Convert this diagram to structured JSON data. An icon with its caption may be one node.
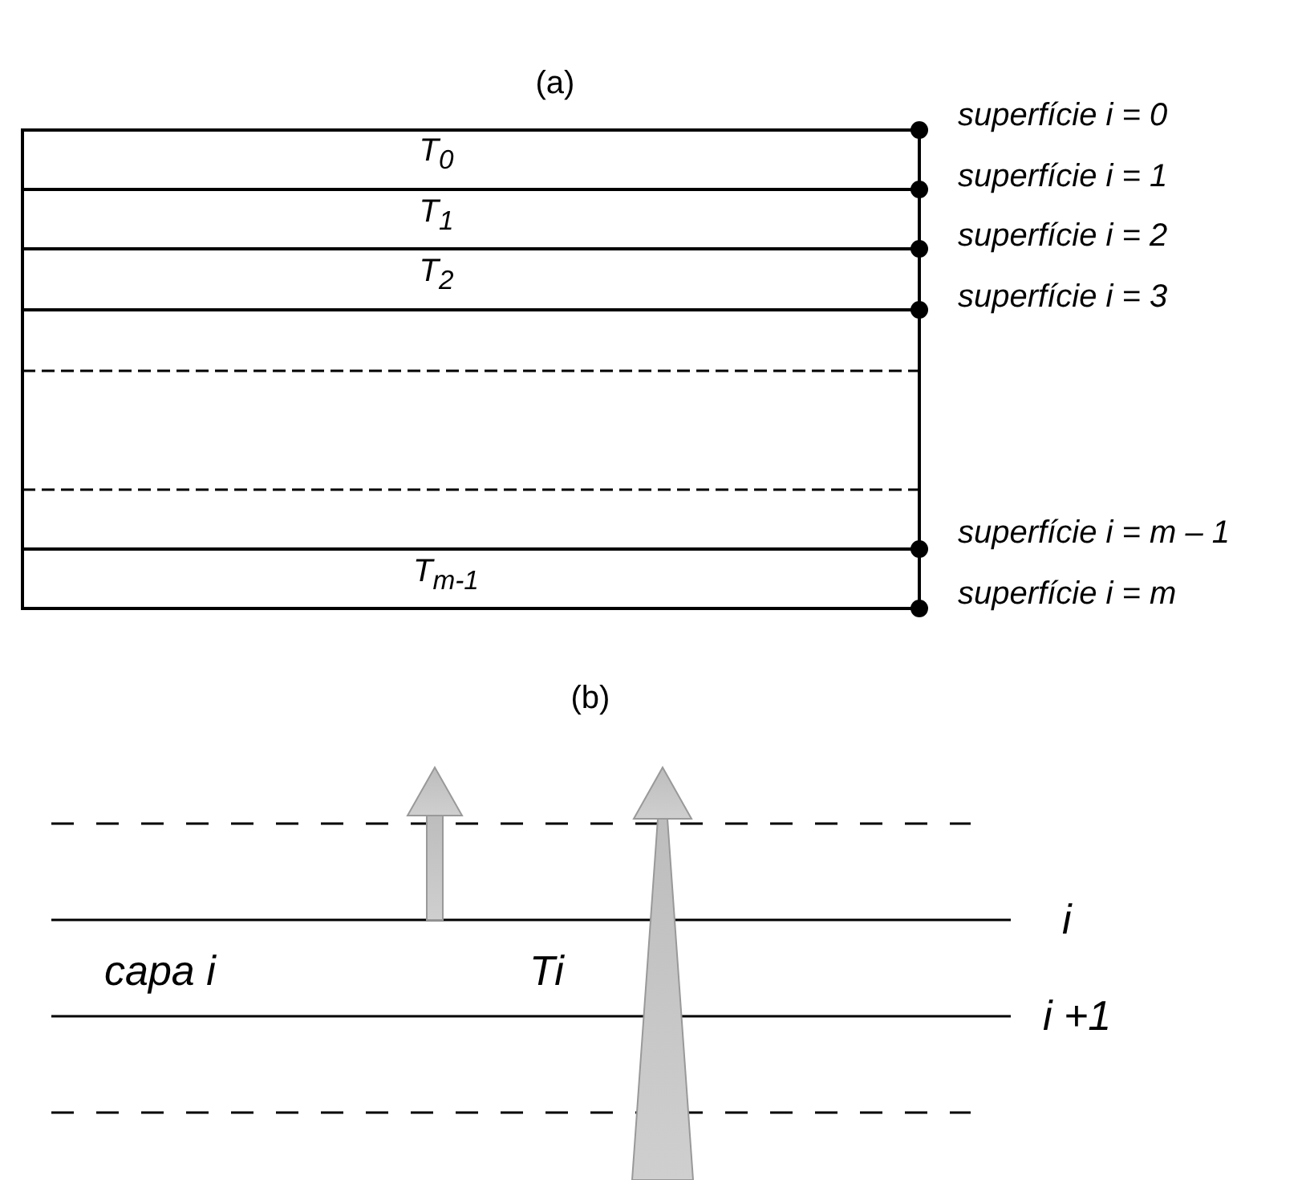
{
  "diagram": {
    "labels": [
      "(a)",
      "superfície i = 0",
      "T$_{0}$",
      "superfície i = 1",
      "T$_{1}$",
      "superfície i = 2",
      "T$_{2}$",
      "superfície i = 3",
      "superfície i = m – 1",
      "T$_{m-1}$",
      "superfície i = m",
      "(b)",
      "i",
      "capa i",
      "Ti",
      "i +1"
    ]
  }
}
